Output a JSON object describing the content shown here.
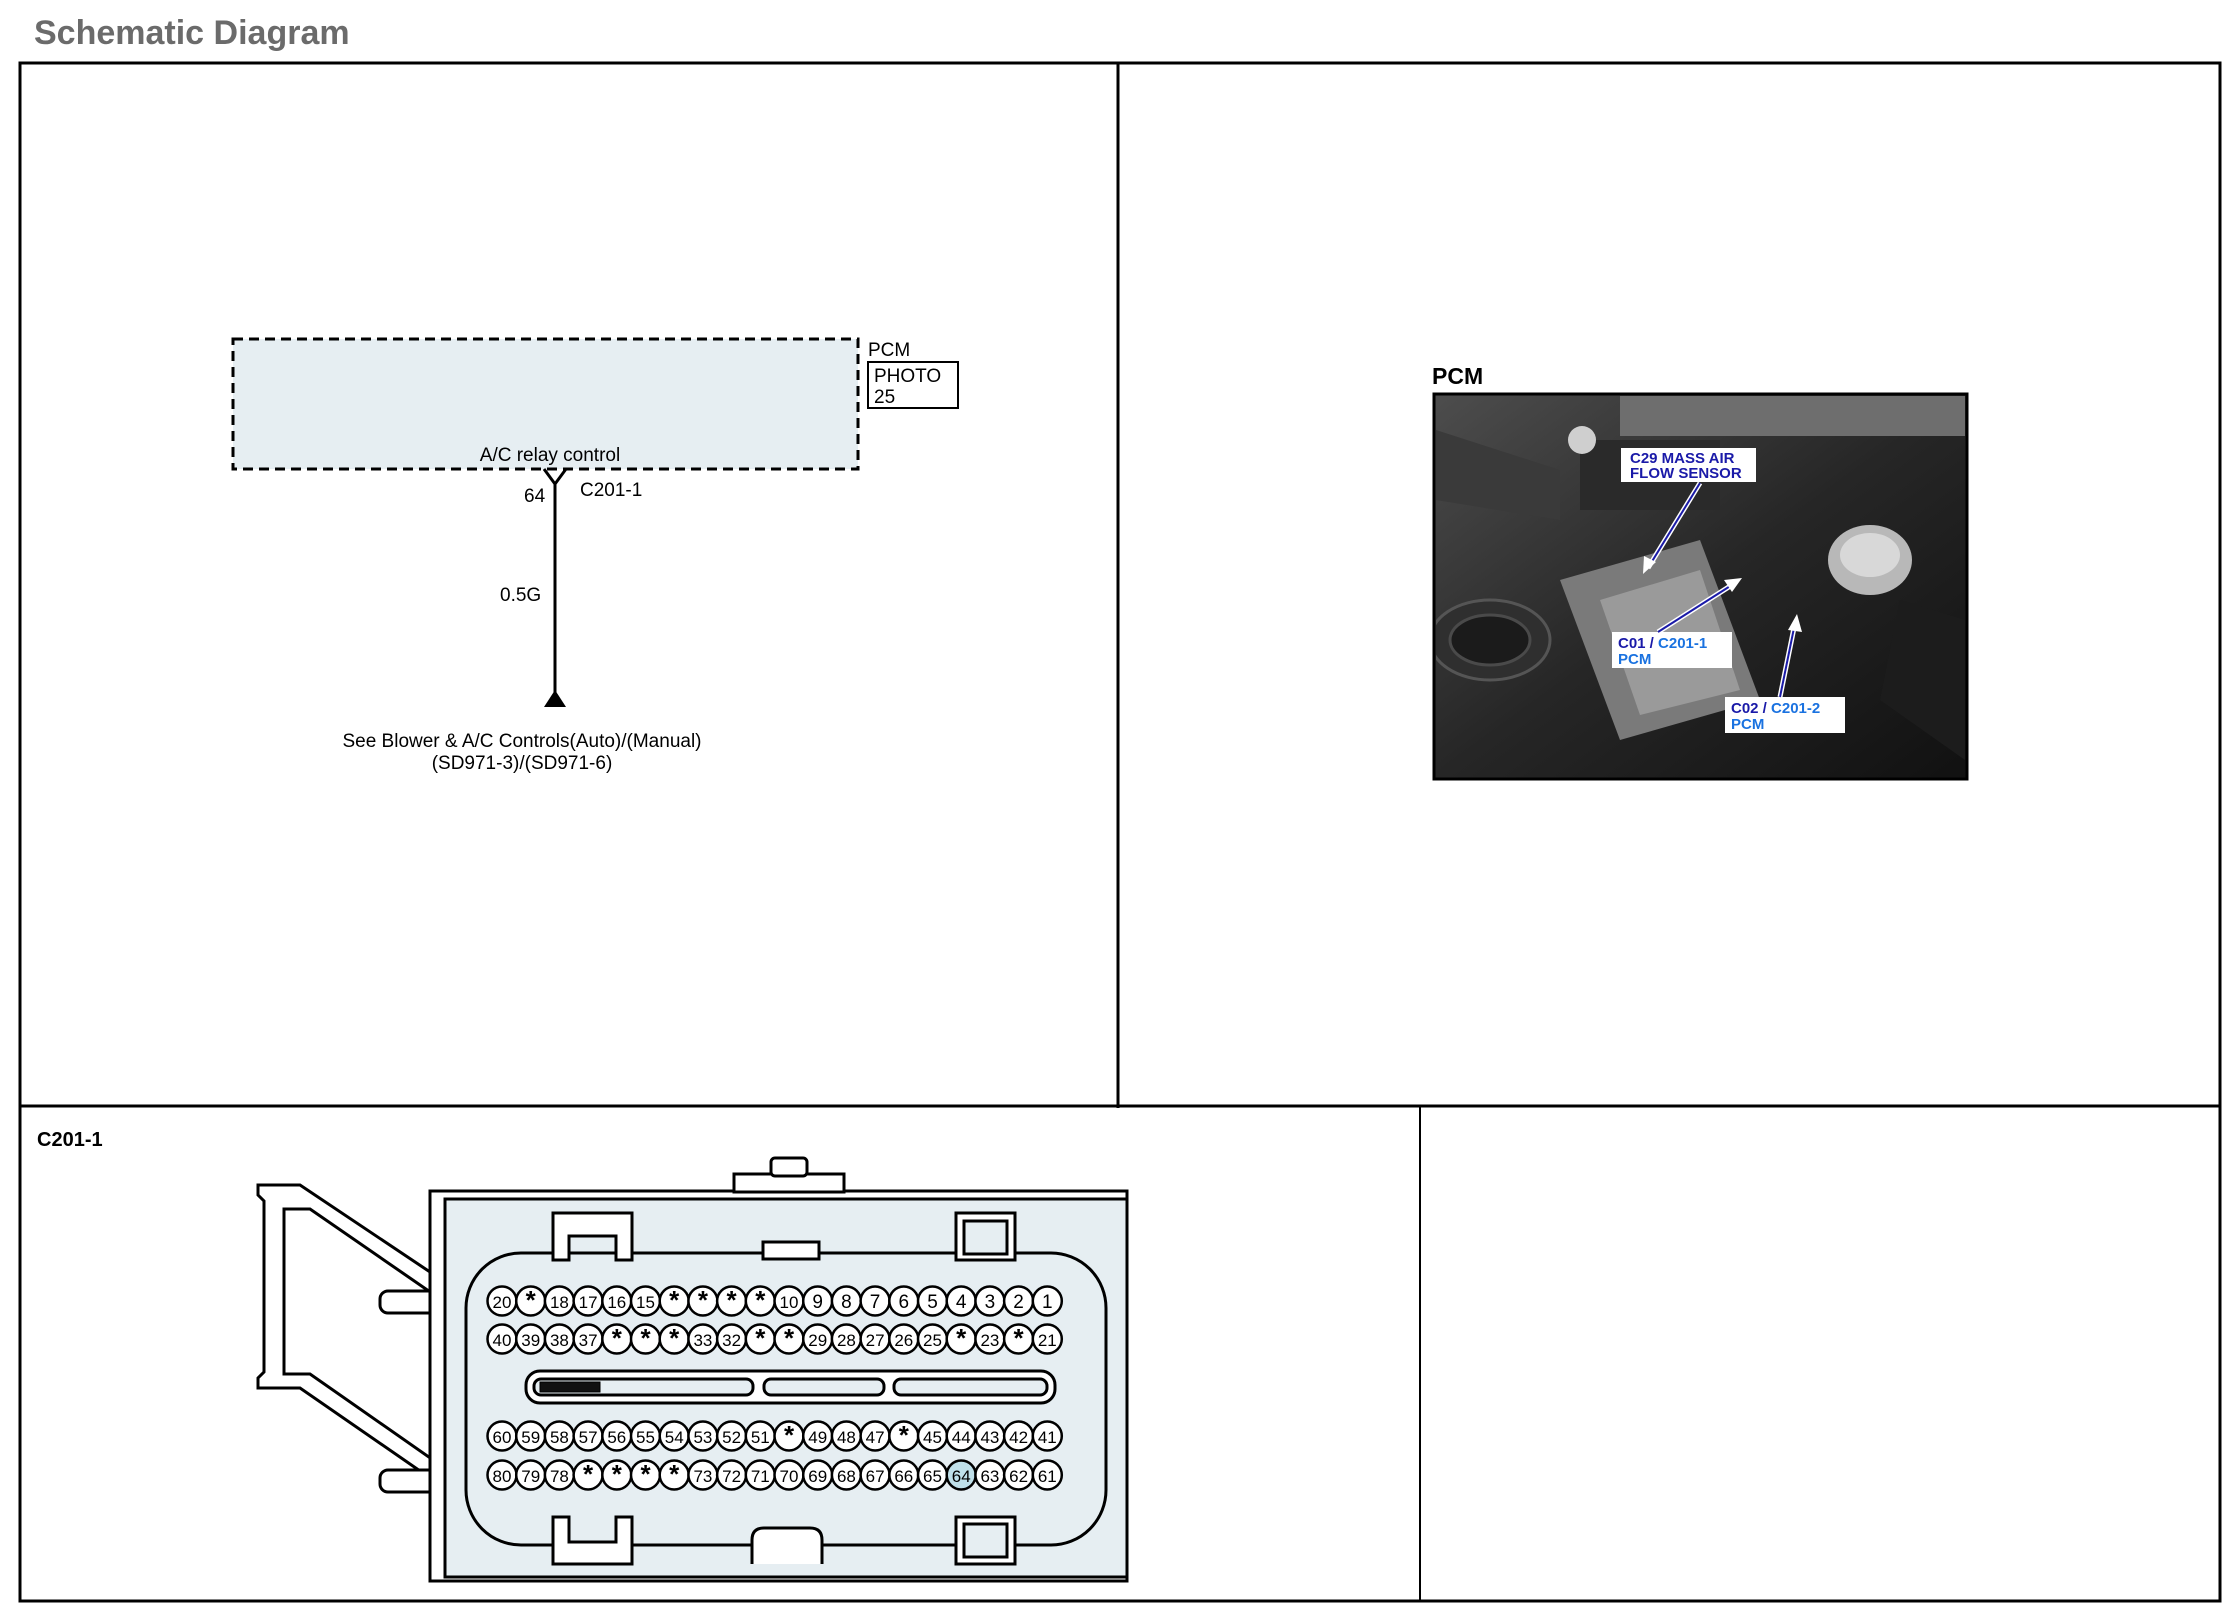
{
  "page": {
    "title": "Schematic Diagram"
  },
  "schematic": {
    "module_name": "PCM",
    "photo_ref": {
      "line1": "PHOTO",
      "line2": "25"
    },
    "circuit_label": "A/C relay control",
    "pin_number": "64",
    "connector_id": "C201-1",
    "wire_spec": "0.5G",
    "ref_note": {
      "line1": "See Blower & A/C Controls(Auto)/(Manual)",
      "line2": "(SD971-3)/(SD971-6)"
    }
  },
  "photo_panel": {
    "title": "PCM",
    "callouts": [
      {
        "line1": "C29 MASS AIR",
        "line2": "FLOW SENSOR"
      },
      {
        "line1_code": "C01 / ",
        "line1_conn": "C201-1",
        "line2": "PCM"
      },
      {
        "line1_code": "C02 / ",
        "line1_conn": "C201-2",
        "line2": "PCM"
      }
    ]
  },
  "connector_view": {
    "title": "C201-1",
    "highlight_color": "#bfe0ea",
    "rows": [
      [
        "20",
        "*",
        "18",
        "17",
        "16",
        "15",
        "*",
        "*",
        "*",
        "*",
        "10",
        "9",
        "8",
        "7",
        "6",
        "5",
        "4",
        "3",
        "2",
        "1"
      ],
      [
        "40",
        "39",
        "38",
        "37",
        "*",
        "*",
        "*",
        "33",
        "32",
        "*",
        "*",
        "29",
        "28",
        "27",
        "26",
        "25",
        "*",
        "23",
        "*",
        "21"
      ],
      [
        "60",
        "59",
        "58",
        "57",
        "56",
        "55",
        "54",
        "53",
        "52",
        "51",
        "*",
        "49",
        "48",
        "47",
        "*",
        "45",
        "44",
        "43",
        "42",
        "41"
      ],
      [
        "80",
        "79",
        "78",
        "*",
        "*",
        "*",
        "*",
        "73",
        "72",
        "71",
        "70",
        "69",
        "68",
        "67",
        "66",
        "65",
        "64",
        "63",
        "62",
        "61"
      ]
    ],
    "highlight_pin": "64"
  }
}
